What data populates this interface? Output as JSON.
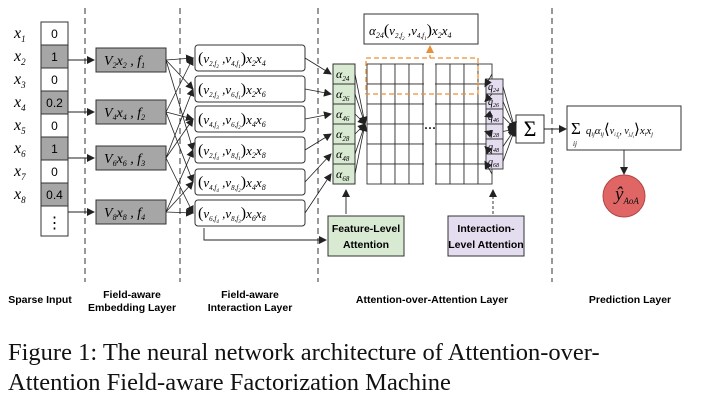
{
  "inputs": {
    "x_labels": [
      "x1",
      "x2",
      "x3",
      "x4",
      "x5",
      "x6",
      "x7",
      "x8"
    ],
    "values": [
      "0",
      "1",
      "0",
      "0.2",
      "0",
      "1",
      "0",
      "0.4"
    ],
    "more": "⋮"
  },
  "embeddings": [
    {
      "v": "V2x2",
      "f": "f1"
    },
    {
      "v": "V4x4",
      "f": "f2"
    },
    {
      "v": "V6x6",
      "f": "f3"
    },
    {
      "v": "V8x8",
      "f": "f4"
    }
  ],
  "interactions": [
    "(v2,f2, v4,f1)x2x4",
    "(v2,f3, v6,f1)x2x6",
    "(v4,f3, v6,f2)x4x6",
    "(v2,f4, v8,f1)x2x8",
    "(v4,f4, v8,f2)x4x8",
    "(v6,f4, v8,f3)x6x8"
  ],
  "alphas": [
    "α24",
    "α26",
    "α46",
    "α28",
    "α48",
    "α68"
  ],
  "qs": [
    "q24",
    "q26",
    "q46",
    "q28",
    "q48",
    "q68"
  ],
  "top_formula": "α24 (v2,f2, v4,f1) x2x4",
  "ellipsis": "...",
  "sum_symbol": "Σ",
  "prediction_formula": "Σij qij αij ⟨vi,fj, vj,fi⟩ xixj",
  "feature_attention": {
    "line1": "Feature-Level",
    "line2": "Attention"
  },
  "interaction_attention": {
    "line1": "Interaction-",
    "line2": "Level Attention"
  },
  "output": "ŷAoA",
  "layers": {
    "sparse_input": "Sparse Input",
    "embedding_line1": "Field-aware",
    "embedding_line2": "Embedding Layer",
    "interaction_line1": "Field-aware",
    "interaction_line2": "Interaction Layer",
    "aoa": "Attention-over-Attention Layer",
    "prediction": "Prediction Layer"
  },
  "caption": {
    "line1": "Figure 1: The neural network architecture of Attention-over-",
    "line2": "Attention Field-aware Factorization Machine"
  },
  "colors": {
    "gray_box": "#a6a6a6",
    "green": "#d9ead3",
    "purple": "#e4dcef",
    "orange": "#e69138",
    "output_red": "#e06666"
  }
}
